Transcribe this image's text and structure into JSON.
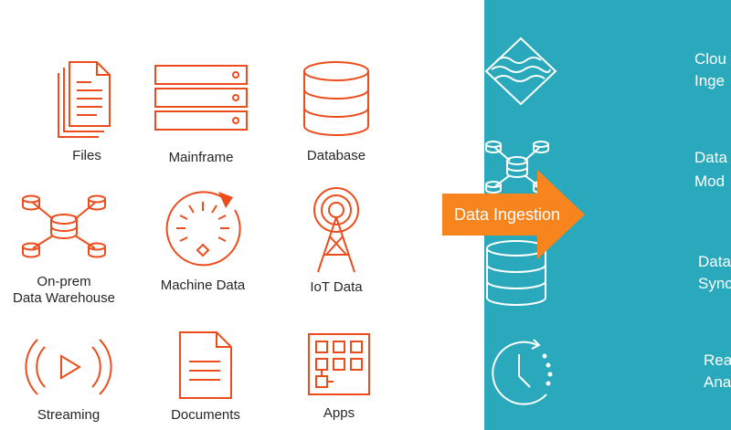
{
  "sources": [
    {
      "label": "Files",
      "icon": "files-icon"
    },
    {
      "label": "Mainframe",
      "icon": "server-rack-icon"
    },
    {
      "label": "Database",
      "icon": "database-icon"
    },
    {
      "label": "On-prem\nData Warehouse",
      "icon": "data-warehouse-network-icon"
    },
    {
      "label": "Machine Data",
      "icon": "gauge-icon"
    },
    {
      "label": "IoT Data",
      "icon": "antenna-tower-icon"
    },
    {
      "label": "Streaming",
      "icon": "streaming-play-icon"
    },
    {
      "label": "Documents",
      "icon": "document-icon"
    },
    {
      "label": "Apps",
      "icon": "apps-grid-icon"
    }
  ],
  "arrow": {
    "label": "Data Ingestion"
  },
  "targets": [
    {
      "line1": "Clou",
      "line2": "Inge",
      "icon": "cloud-lake-icon"
    },
    {
      "line1": "Data",
      "line2": "Mod",
      "icon": "data-network-icon"
    },
    {
      "line1": "Data",
      "line2": "Sync",
      "icon": "database-outline-icon"
    },
    {
      "line1": "Rea",
      "line2": "Ana",
      "icon": "clock-icon"
    }
  ],
  "colors": {
    "accent": "#ed4c1c",
    "arrow": "#f7841c",
    "panel": "#29a9bb",
    "text": "#262626"
  }
}
